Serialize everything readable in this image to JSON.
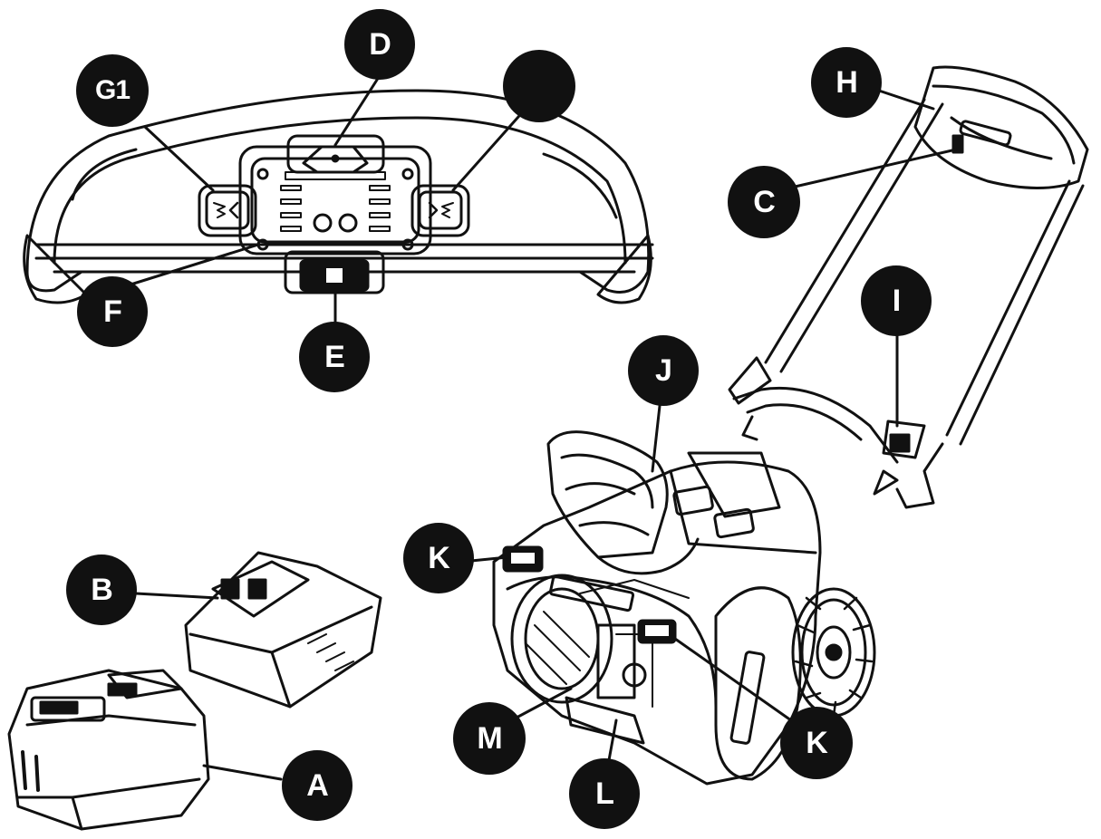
{
  "callouts": {
    "A": "A",
    "B": "B",
    "C": "C",
    "D": "D",
    "E": "E",
    "F": "F",
    "G": "G1",
    "G_extra": "",
    "H": "H",
    "I": "I",
    "J": "J",
    "K_top": "K",
    "K_bottom": "K",
    "L": "L",
    "M": "M"
  },
  "chart_data": {
    "type": "diagram",
    "labels": [
      "A",
      "B",
      "C",
      "D",
      "E",
      "F",
      "G1",
      "",
      "H",
      "I",
      "J",
      "K",
      "K",
      "L",
      "M"
    ]
  },
  "colors": {
    "ink": "#111111",
    "paper": "#ffffff"
  }
}
